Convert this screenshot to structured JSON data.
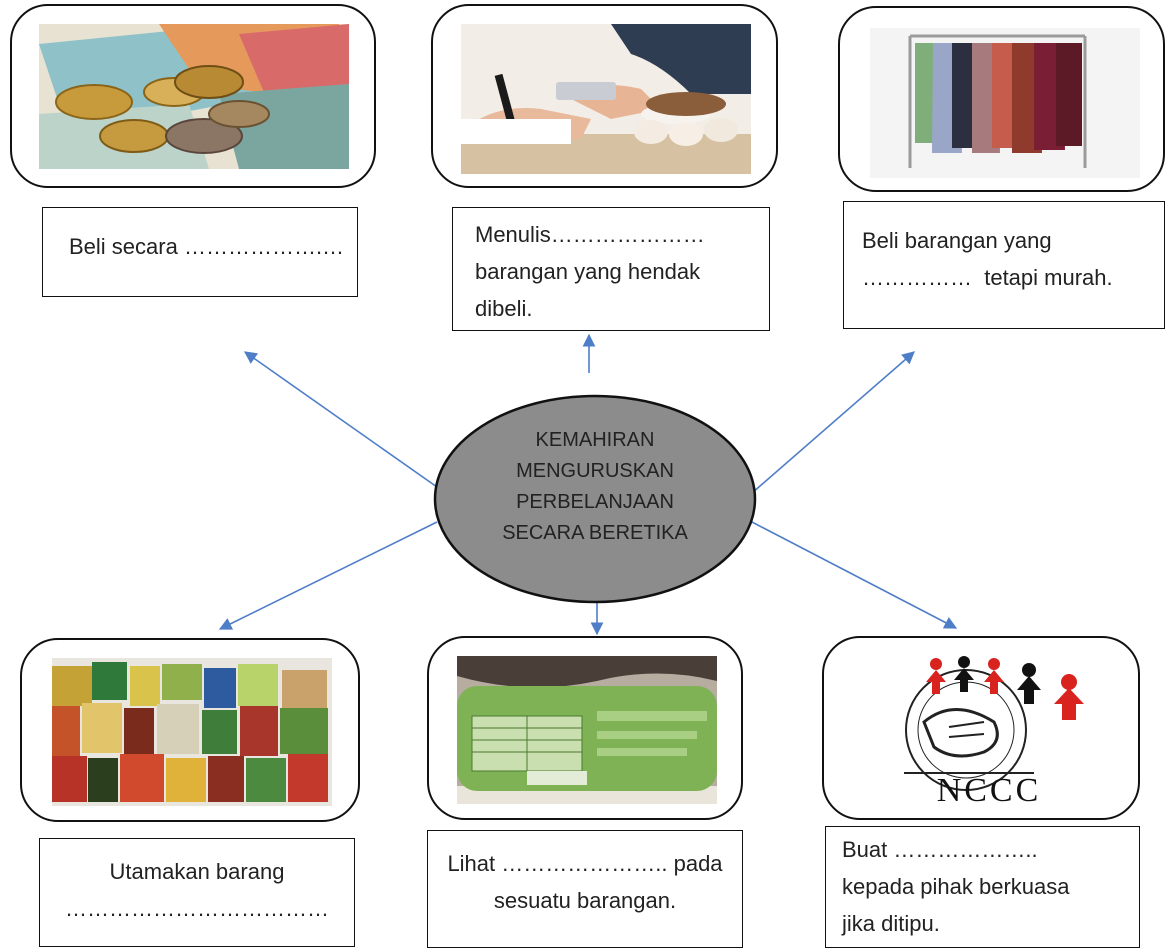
{
  "center": {
    "lines": [
      "KEMAHIRAN",
      "MENGURUSKAN",
      "PERBELANJAAN",
      "SECARA BERETIKA"
    ]
  },
  "nodes": {
    "money": {
      "lines": [
        "Beli secara ……………….…"
      ]
    },
    "list": {
      "lines": [
        "Menulis…………………",
        "barangan yang hendak",
        "dibeli."
      ]
    },
    "clothes": {
      "lines": [
        "Beli barangan yang",
        "……………  tetapi murah."
      ]
    },
    "local": {
      "lines": [
        "Utamakan barang",
        "………………………………"
      ]
    },
    "label": {
      "lines": [
        "Lihat ………………….. pada",
        "sesuatu barangan."
      ]
    },
    "complaint": {
      "lines": [
        "Buat ………………..",
        "kepada pihak berkuasa",
        "jika ditipu."
      ]
    }
  },
  "logo": {
    "text": "NCCC"
  },
  "colors": {
    "hub_fill": "#8c8c8c",
    "arrow": "#4f7ec8",
    "outline": "#111111"
  },
  "icons": [
    "money-photo",
    "shopping-list-photo",
    "clothes-rack-photo",
    "groceries-photo",
    "milk-label-photo",
    "nccc-logo"
  ]
}
